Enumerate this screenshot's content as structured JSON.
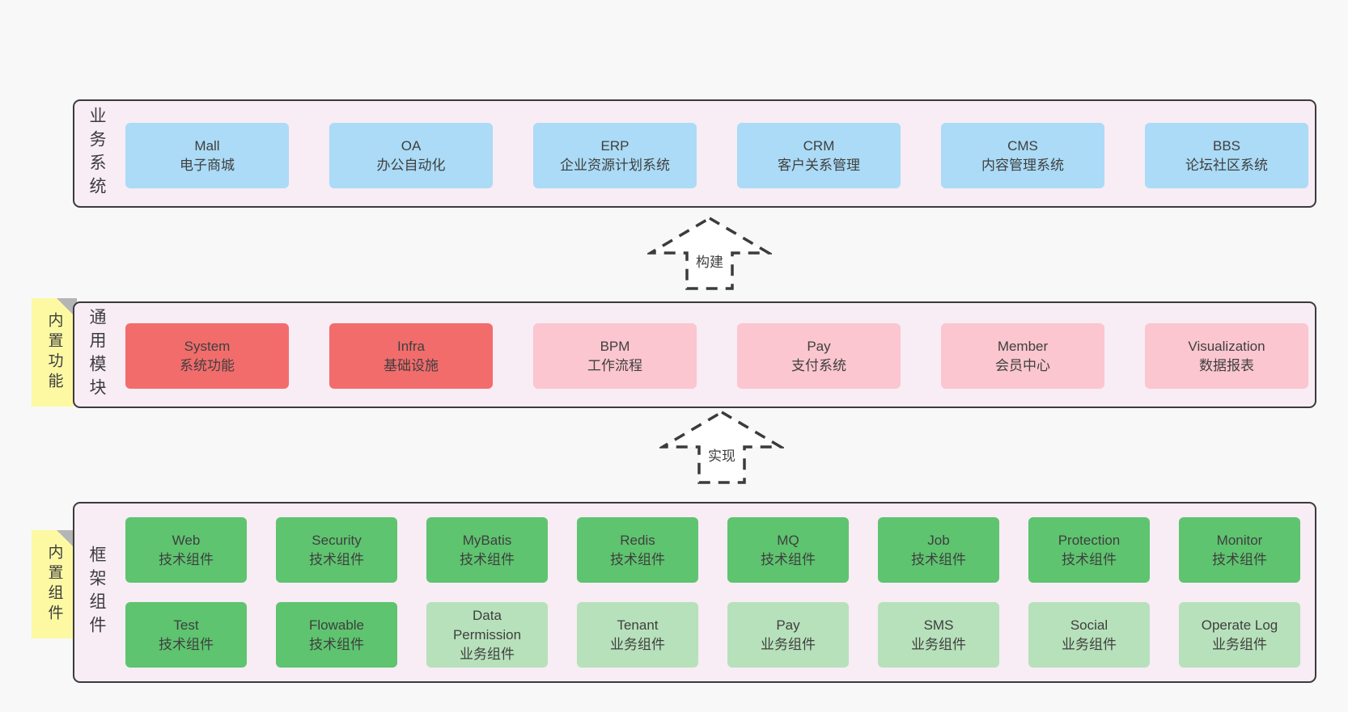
{
  "colors": {
    "page_background": "#f8f8f8",
    "panel_background": "#f8ecf5",
    "panel_border": "#3b3b3b",
    "business_box": "#abdbf6",
    "module_core_box": "#f26c6c",
    "module_box": "#fbc6cf",
    "tech_component_box": "#5ec46f",
    "biz_component_box": "#b7e1bb",
    "sticky_note": "#fdf9a3",
    "note_fold": "#b5b5b5",
    "text": "#3d3d3d"
  },
  "arrows": [
    {
      "label": "构建"
    },
    {
      "label": "实现"
    }
  ],
  "sections": {
    "business": {
      "label": "业务系统",
      "boxes": [
        {
          "name": "Mall",
          "desc": "电子商城"
        },
        {
          "name": "OA",
          "desc": "办公自动化"
        },
        {
          "name": "ERP",
          "desc": "企业资源计划系统"
        },
        {
          "name": "CRM",
          "desc": "客户关系管理"
        },
        {
          "name": "CMS",
          "desc": "内容管理系统"
        },
        {
          "name": "BBS",
          "desc": "论坛社区系统"
        }
      ]
    },
    "modules": {
      "label": "通用模块",
      "note": "内置功能",
      "boxes": [
        {
          "name": "System",
          "desc": "系统功能"
        },
        {
          "name": "Infra",
          "desc": "基础设施"
        },
        {
          "name": "BPM",
          "desc": "工作流程"
        },
        {
          "name": "Pay",
          "desc": "支付系统"
        },
        {
          "name": "Member",
          "desc": "会员中心"
        },
        {
          "name": "Visualization",
          "desc": "数据报表"
        }
      ]
    },
    "components": {
      "label": "框架组件",
      "note": "内置组件",
      "rows": [
        [
          {
            "name": "Web",
            "desc": "技术组件"
          },
          {
            "name": "Security",
            "desc": "技术组件"
          },
          {
            "name": "MyBatis",
            "desc": "技术组件"
          },
          {
            "name": "Redis",
            "desc": "技术组件"
          },
          {
            "name": "MQ",
            "desc": "技术组件"
          },
          {
            "name": "Job",
            "desc": "技术组件"
          },
          {
            "name": "Protection",
            "desc": "技术组件"
          },
          {
            "name": "Monitor",
            "desc": "技术组件"
          }
        ],
        [
          {
            "name": "Test",
            "desc": "技术组件"
          },
          {
            "name": "Flowable",
            "desc": "技术组件"
          },
          {
            "name": "Data\nPermission",
            "desc": "业务组件"
          },
          {
            "name": "Tenant",
            "desc": "业务组件"
          },
          {
            "name": "Pay",
            "desc": "业务组件"
          },
          {
            "name": "SMS",
            "desc": "业务组件"
          },
          {
            "name": "Social",
            "desc": "业务组件"
          },
          {
            "name": "Operate Log",
            "desc": "业务组件"
          }
        ]
      ]
    }
  }
}
